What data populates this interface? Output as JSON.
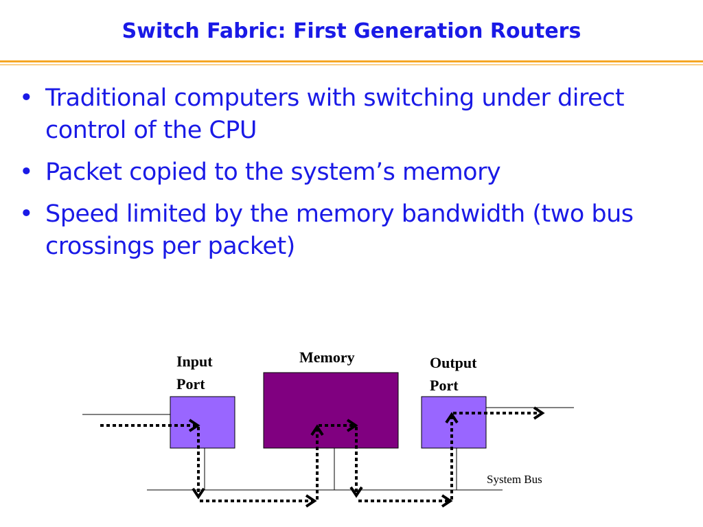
{
  "slide": {
    "title": "Switch Fabric: First Generation Routers",
    "accent_color": "#f5a623",
    "text_color": "#1a1ae6"
  },
  "bullets": [
    {
      "marker": "•",
      "text": "Traditional computers with switching under direct control of the CPU"
    },
    {
      "marker": "•",
      "text": "Packet copied to the system’s memory"
    },
    {
      "marker": "•",
      "text": "Speed limited by the memory bandwidth (two bus crossings per packet)"
    }
  ],
  "diagram": {
    "input_port": {
      "label_line1": "Input",
      "label_line2": "Port",
      "fill": "#9966ff"
    },
    "memory": {
      "label": "Memory",
      "fill": "#800080"
    },
    "output_port": {
      "label_line1": "Output",
      "label_line2": "Port",
      "fill": "#9966ff"
    },
    "system_bus": {
      "label": "System Bus"
    }
  }
}
